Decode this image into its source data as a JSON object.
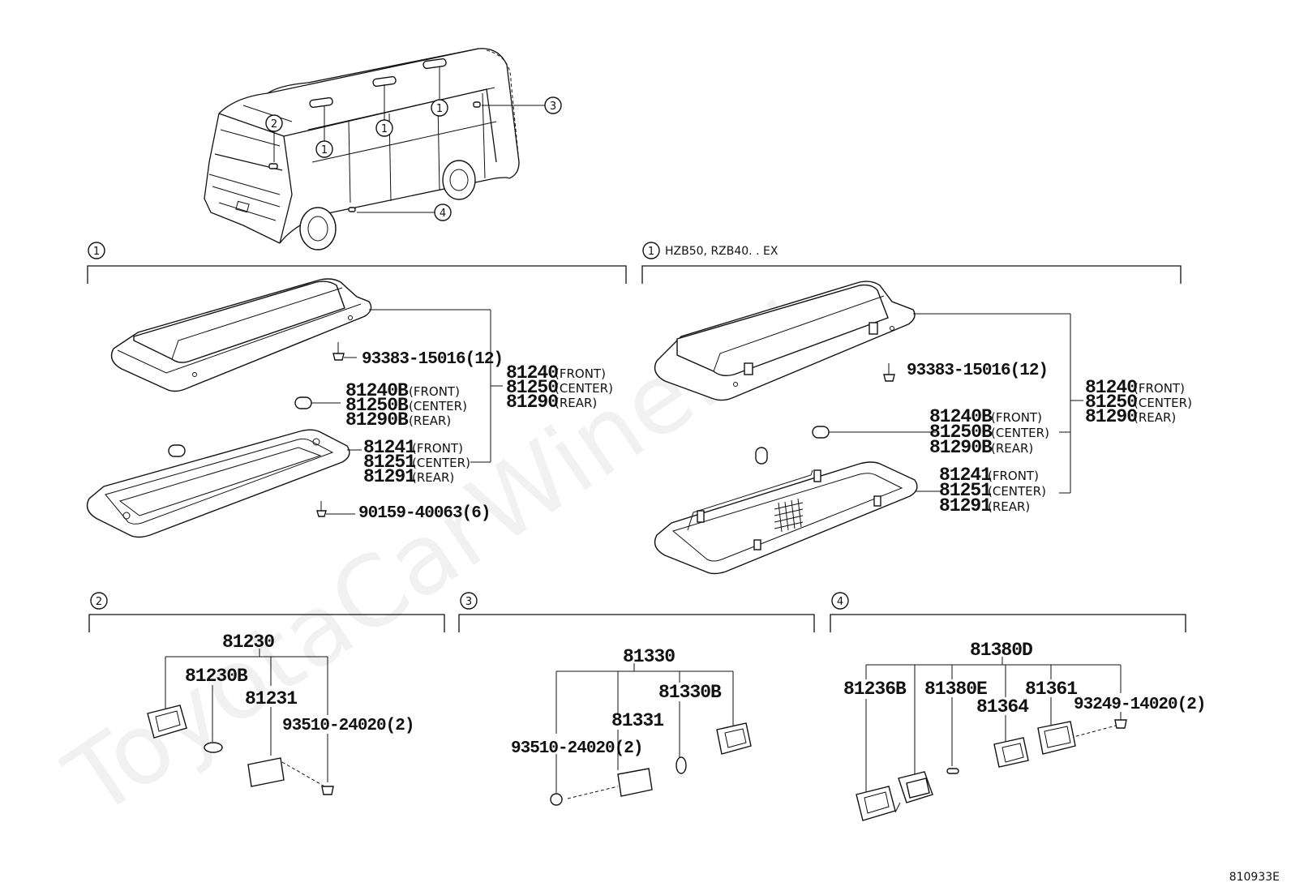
{
  "watermark": "ToyotaCarWine.ru",
  "diagram_code": "810933E",
  "callouts": {
    "c1": "1",
    "c2": "2",
    "c3": "3",
    "c4": "4"
  },
  "section1": {
    "marker": "1",
    "bolt": "93383-15016(12)",
    "assy_front": "81240",
    "assy_front_sfx": "(FRONT)",
    "assy_center": "81250",
    "assy_center_sfx": "(CENTER)",
    "assy_rear": "81290",
    "assy_rear_sfx": "(REAR)",
    "bulb_front": "81240B",
    "bulb_front_sfx": "(FRONT)",
    "bulb_center": "81250B",
    "bulb_center_sfx": "(CENTER)",
    "bulb_rear": "81290B",
    "bulb_rear_sfx": "(REAR)",
    "lens_front": "81241",
    "lens_front_sfx": "(FRONT)",
    "lens_center": "81251",
    "lens_center_sfx": "(CENTER)",
    "lens_rear": "81291",
    "lens_rear_sfx": "(REAR)",
    "screw": "90159-40063(6)"
  },
  "section1b": {
    "marker": "1",
    "condition": "HZB50, RZB40. . EX",
    "bolt": "93383-15016(12)",
    "assy_front": "81240",
    "assy_front_sfx": "(FRONT)",
    "assy_center": "81250",
    "assy_center_sfx": "(CENTER)",
    "assy_rear": "81290",
    "assy_rear_sfx": "(REAR)",
    "bulb_front": "81240B",
    "bulb_front_sfx": "(FRONT)",
    "bulb_center": "81250B",
    "bulb_center_sfx": "(CENTER)",
    "bulb_rear": "81290B",
    "bulb_rear_sfx": "(REAR)",
    "lens_front": "81241",
    "lens_front_sfx": "(FRONT)",
    "lens_center": "81251",
    "lens_center_sfx": "(CENTER)",
    "lens_rear": "81291",
    "lens_rear_sfx": "(REAR)"
  },
  "section2": {
    "marker": "2",
    "assy": "81230",
    "bulb": "81230B",
    "lens": "81231",
    "screw": "93510-24020(2)"
  },
  "section3": {
    "marker": "3",
    "assy": "81330",
    "bulb": "81330B",
    "lens": "81331",
    "screw": "93510-24020(2)"
  },
  "section4": {
    "marker": "4",
    "assy": "81380D",
    "bezel": "81236B",
    "bulb": "81380E",
    "bezel2": "81364",
    "lens": "81361",
    "screw": "93249-14020(2)"
  }
}
